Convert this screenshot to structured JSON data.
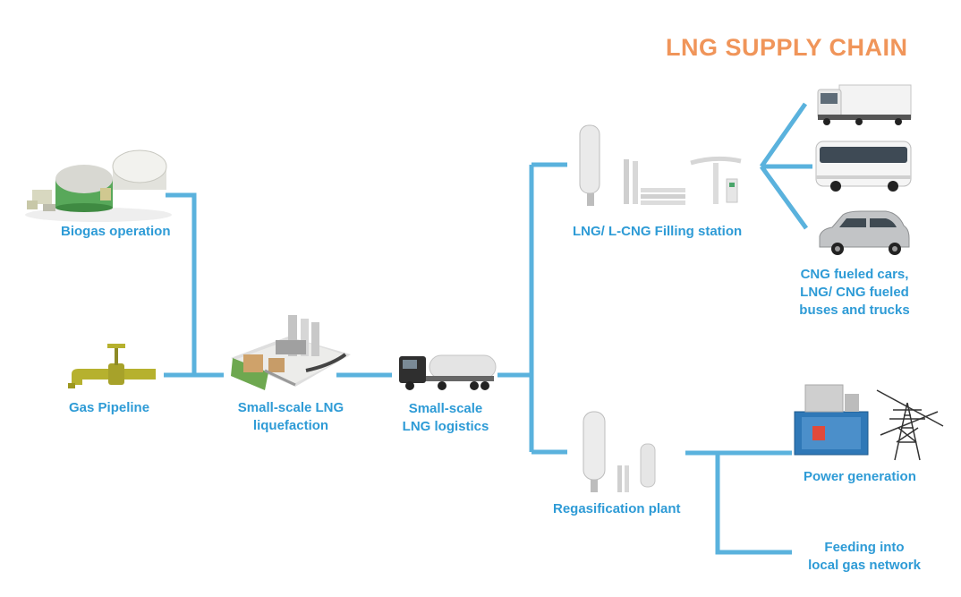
{
  "title": "LNG SUPPLY CHAIN",
  "colors": {
    "connector": "#5ab2dd",
    "label": "#2e9bd6",
    "title": "#f0955a"
  },
  "nodes": {
    "biogas": "Biogas operation",
    "pipeline": "Gas Pipeline",
    "liquefaction_1": "Small-scale LNG",
    "liquefaction_2": "liquefaction",
    "logistics_1": "Small-scale",
    "logistics_2": "LNG logistics",
    "filling": "LNG/ L-CNG Filling station",
    "vehicles_1": "CNG fueled cars,",
    "vehicles_2": "LNG/ CNG fueled",
    "vehicles_3": "buses and trucks",
    "regas": "Regasification plant",
    "power": "Power generation",
    "feeding_1": "Feeding into",
    "feeding_2": "local gas network"
  },
  "icons": [
    "biogas-plant-icon",
    "gas-pipeline-icon",
    "liquefaction-plant-icon",
    "lng-truck-icon",
    "filling-station-icon",
    "lorry-icon",
    "bus-icon",
    "car-icon",
    "regasification-plant-icon",
    "power-container-icon",
    "power-pylon-icon"
  ]
}
